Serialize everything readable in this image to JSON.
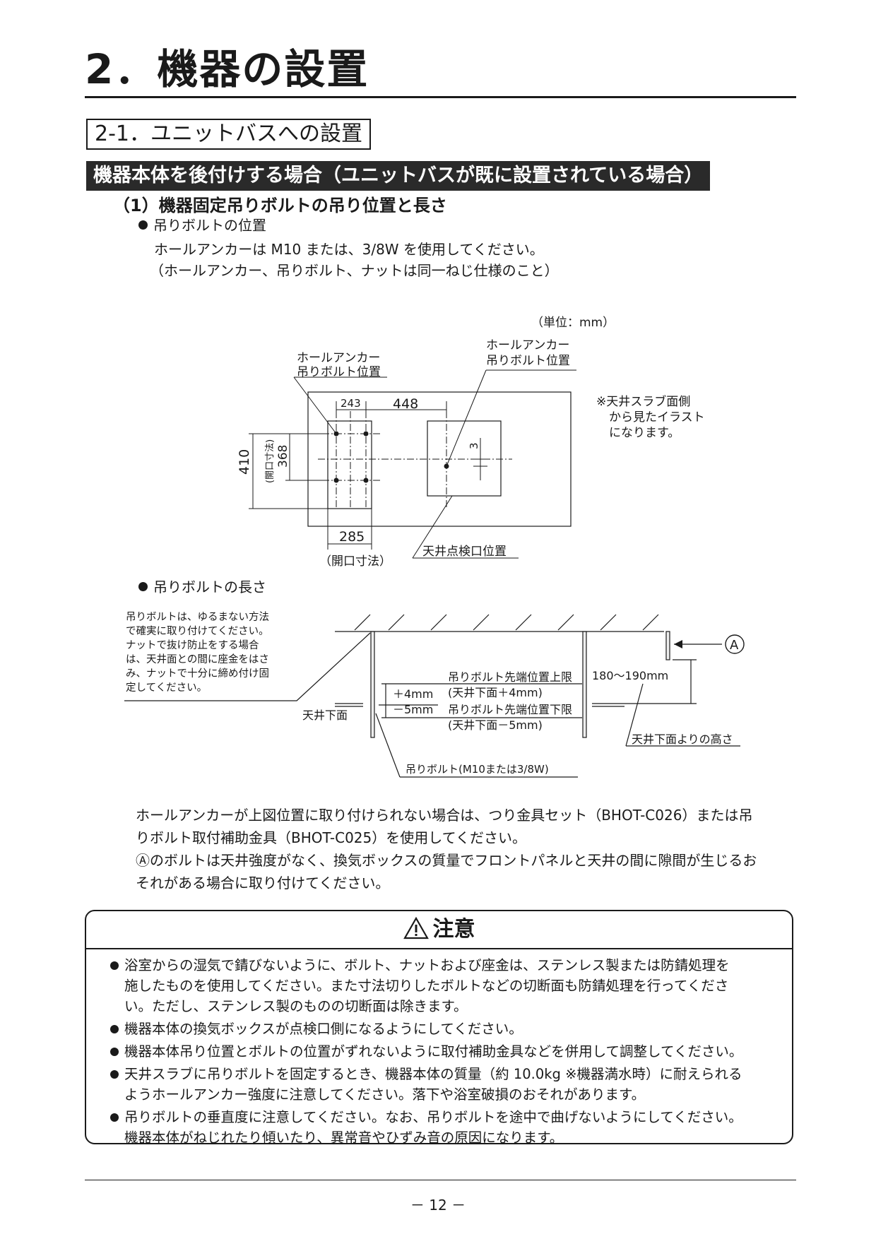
{
  "chapter": {
    "title": "2．機器の設置"
  },
  "section": {
    "title": "2-1．ユニットバスへの設置"
  },
  "banner": {
    "title": "機器本体を後付けする場合（ユニットバスが既に設置されている場合）"
  },
  "subsection": {
    "title": "（1）機器固定吊りボルトの吊り位置と長さ"
  },
  "bolt_position": {
    "label": "吊りボルトの位置",
    "lines": [
      "ホールアンカーは M10 または、3/8W を使用してください。",
      "（ホールアンカー、吊りボルト、ナットは同一ねじ仕様のこと）"
    ]
  },
  "diagram1": {
    "unit": "（単位：mm）",
    "callout_left_1": "ホールアンカー",
    "callout_left_2": "吊りボルト位置",
    "callout_right_1": "ホールアンカー",
    "callout_right_2": "吊りボルト位置",
    "note_1": "※天井スラブ面側",
    "note_2": "から見たイラスト",
    "note_3": "になります。",
    "dim_243": "243",
    "dim_448": "448",
    "dim_410": "410",
    "dim_368": "368",
    "dim_open_v": "(開口寸法)",
    "dim_3": "3",
    "dim_285": "285",
    "dim_open_h": "（開口寸法）",
    "inspection_label": "天井点検口位置"
  },
  "bolt_length": {
    "label": "吊りボルトの長さ"
  },
  "diagram2": {
    "instruction": [
      "吊りボルトは、ゆるまない方法",
      "で確実に取り付けてください。",
      "ナットで抜け防止をする場合",
      "は、天井面との間に座金をはさ",
      "み、ナットで十分に締め付け固",
      "定してください。"
    ],
    "ceiling_bottom": "天井下面",
    "plus": "＋4mm",
    "minus": "－5mm",
    "upper_1": "吊りボルト先端位置上限",
    "upper_2": "(天井下面＋4mm)",
    "lower_1": "吊りボルト先端位置下限",
    "lower_2": "(天井下面－5mm)",
    "range": "180～190mm",
    "marker": "A",
    "height_label": "天井下面よりの高さ",
    "bolt_label": "吊りボルト(M10または3/8W)"
  },
  "notes": [
    "ホールアンカーが上図位置に取り付けられない場合は、つり金具セット（BHOT-C026）または吊",
    "りボルト取付補助金具（BHOT-C025）を使用してください。",
    "Ⓐのボルトは天井強度がなく、換気ボックスの質量でフロントパネルと天井の間に隙間が生じるお",
    "それがある場合に取り付けてください。"
  ],
  "caution": {
    "title": "注意",
    "items": [
      {
        "lines": [
          "浴室からの湿気で錆びないように、ボルト、ナットおよび座金は、ステンレス製または防錆処理を",
          "施したものを使用してください。また寸法切りしたボルトなどの切断面も防錆処理を行ってくださ",
          "い。ただし、ステンレス製のものの切断面は除きます。"
        ]
      },
      {
        "lines": [
          "機器本体の換気ボックスが点検口側になるようにしてください。"
        ]
      },
      {
        "lines": [
          "機器本体吊り位置とボルトの位置がずれないように取付補助金具などを併用して調整してください。"
        ]
      },
      {
        "lines": [
          "天井スラブに吊りボルトを固定するとき、機器本体の質量（約 10.0kg ※機器満水時）に耐えられる",
          "ようホールアンカー強度に注意してください。落下や浴室破損のおそれがあります。"
        ]
      },
      {
        "lines": [
          "吊りボルトの垂直度に注意してください。なお、吊りボルトを途中で曲げないようにしてください。",
          "機器本体がねじれたり傾いたり、異常音やひずみ音の原因になります。"
        ]
      }
    ]
  },
  "page_number": "－ 12 －"
}
